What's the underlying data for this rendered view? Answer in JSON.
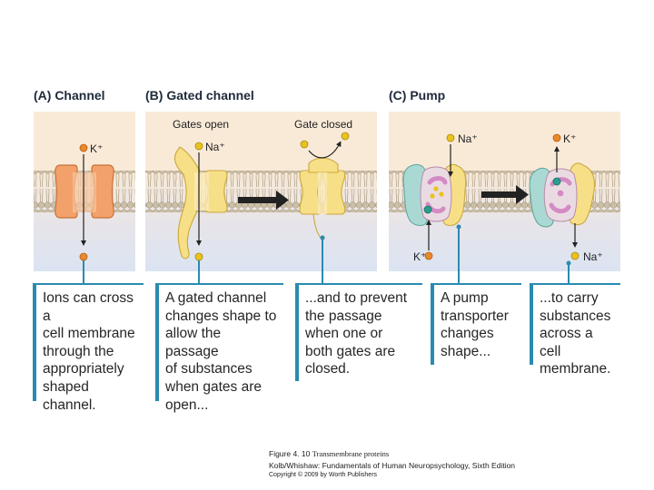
{
  "panels": {
    "a": {
      "title": "(A) Channel",
      "ion_top": "K⁺"
    },
    "b": {
      "title": "(B) Gated channel",
      "gates_open": "Gates open",
      "gate_closed": "Gate closed",
      "ion_top": "Na⁺"
    },
    "c": {
      "title": "(C) Pump",
      "na_in": "Na⁺",
      "k_out": "K⁺",
      "k_in": "K⁺",
      "na_out": "Na⁺"
    }
  },
  "callouts": [
    {
      "text": "Ions can cross a\ncell membrane\nthrough the\nappropriately\nshaped\nchannel."
    },
    {
      "text": "A gated channel\nchanges shape to\nallow the passage\nof substances\nwhen gates are\nopen..."
    },
    {
      "text": "...and to prevent\nthe passage\nwhen one or\nboth gates are\nclosed."
    },
    {
      "text": "A pump\ntransporter\nchanges\nshape..."
    },
    {
      "text": "...to carry\nsubstances\nacross a cell\nmembrane."
    }
  ],
  "caption": {
    "line1_prefix": "Figure 4. 10",
    "line1_title": "Transmembrane proteins",
    "line2": "Kolb/Whishaw: Fundamentals of Human Neuropsychology, Sixth Edition",
    "line3": "Copyright © 2009 by Worth Publishers"
  },
  "colors": {
    "panel_top": "#f9ead8",
    "panel_bottom": "#dde6f3",
    "membrane": "#c9bda7",
    "channel_orange": "#f2a16a",
    "gated_yellow": "#f7df87",
    "pump_teal": "#aad9d3",
    "pump_purple": "#d48ac4",
    "k_ion": "#e8892b",
    "na_ion": "#e9c21d",
    "leader": "#2a8bb0",
    "title": "#1e2a3a"
  }
}
